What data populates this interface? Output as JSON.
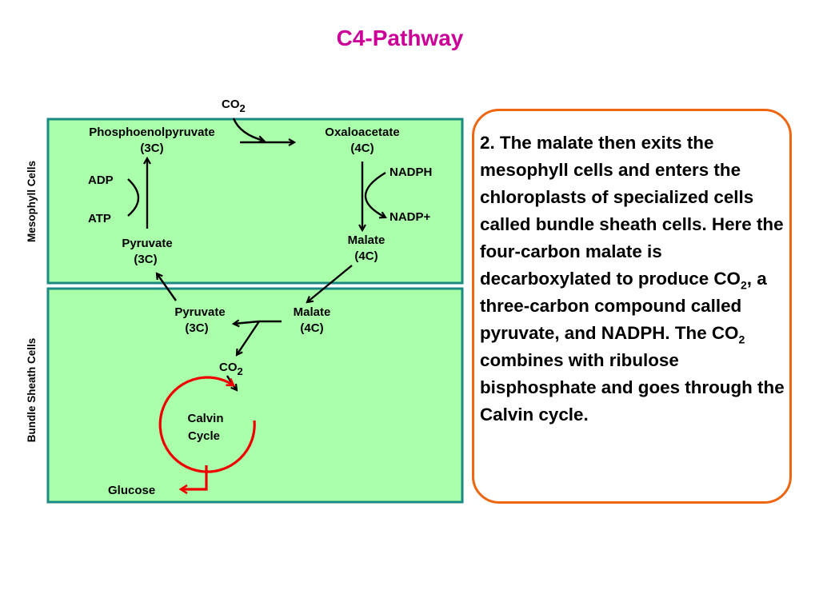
{
  "title": "C4-Pathway",
  "colors": {
    "title": "#cc0099",
    "panel_fill": "#aaffaa",
    "panel_border": "#1a8a82",
    "box_border": "#ee6611",
    "calvin": "#ee0000",
    "arrows": "#000000"
  },
  "regions": {
    "mesophyll": "Mesophyll Cells",
    "bundle_sheath": "Bundle Sheath Cells"
  },
  "mesophyll": {
    "co2": "CO",
    "co2_sub": "2",
    "pep": "Phosphoenolpyruvate",
    "pep_c": "(3C)",
    "oxaloacetate": "Oxaloacetate",
    "oxaloacetate_c": "(4C)",
    "adp": "ADP",
    "atp": "ATP",
    "nadph": "NADPH",
    "nadp": "NADP+",
    "pyruvate": "Pyruvate",
    "pyruvate_c": "(3C)",
    "malate": "Malate",
    "malate_c": "(4C)"
  },
  "bundle": {
    "pyruvate": "Pyruvate",
    "pyruvate_c": "(3C)",
    "malate": "Malate",
    "malate_c": "(4C)",
    "co2": "CO",
    "co2_sub": "2",
    "calvin_1": "Calvin",
    "calvin_2": "Cycle",
    "glucose": "Glucose"
  },
  "info": {
    "part1": "2. The malate then exits the mesophyll cells and enters the chloroplasts of specialized cells called bundle sheath cells. Here the four-carbon malate is decarboxylated to produce CO",
    "sub1": "2",
    "part2": ", a three-carbon compound called pyruvate, and NADPH. The CO",
    "sub2": "2",
    "part3": " combines with ribulose bisphosphate and goes through the Calvin cycle."
  }
}
